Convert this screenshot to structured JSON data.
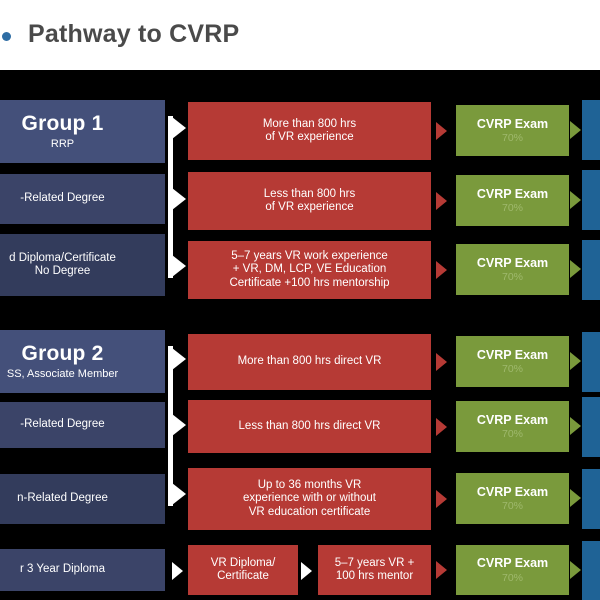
{
  "header": {
    "title": "Pathway to CVRP",
    "logo_icon": "blue-dot-logo"
  },
  "colors": {
    "background": "#000000",
    "header_bg": "#ffffff",
    "group_blue": "#44507a",
    "sub_blue": "#3b4468",
    "red": "#b63a35",
    "green": "#7a9a3c",
    "blue": "#1f6396",
    "title_gray": "#4a4a4a",
    "accent": "#2e6da4"
  },
  "groups": [
    {
      "title": "Group 1",
      "subtitle": "RRP",
      "qualifications": [
        "-Related Degree",
        "d Diploma/Certificate\nNo Degree"
      ],
      "rows": [
        {
          "requirement": [
            "More than 800 hrs",
            "of VR experience"
          ],
          "exam": {
            "label": "CVRP Exam",
            "percent": "70%"
          }
        },
        {
          "requirement": [
            "Less than 800 hrs",
            "of VR experience"
          ],
          "exam": {
            "label": "CVRP Exam",
            "percent": "70%"
          }
        },
        {
          "requirement": [
            "5–7 years VR work experience",
            "+ VR, DM, LCP, VE Education",
            "Certificate +100 hrs mentorship"
          ],
          "exam": {
            "label": "CVRP Exam",
            "percent": "70%"
          }
        }
      ]
    },
    {
      "title": "Group 2",
      "subtitle": "SS, Associate Member",
      "qualifications": [
        "-Related Degree",
        "n-Related Degree",
        "r 3 Year Diploma"
      ],
      "rows": [
        {
          "requirement": [
            "More than 800 hrs direct VR"
          ],
          "exam": {
            "label": "CVRP Exam",
            "percent": "70%"
          }
        },
        {
          "requirement": [
            "Less than 800 hrs direct VR"
          ],
          "exam": {
            "label": "CVRP Exam",
            "percent": "70%"
          }
        },
        {
          "requirement": [
            "Up to 36 months VR",
            "experience with or without",
            "VR education certificate"
          ],
          "exam": {
            "label": "CVRP Exam",
            "percent": "70%"
          }
        },
        {
          "requirement_split": {
            "first": [
              "VR Diploma/",
              "Certificate"
            ],
            "second": [
              "5–7 years VR +",
              "100 hrs mentor"
            ]
          },
          "exam": {
            "label": "CVRP Exam",
            "percent": "70%"
          }
        }
      ]
    }
  ]
}
